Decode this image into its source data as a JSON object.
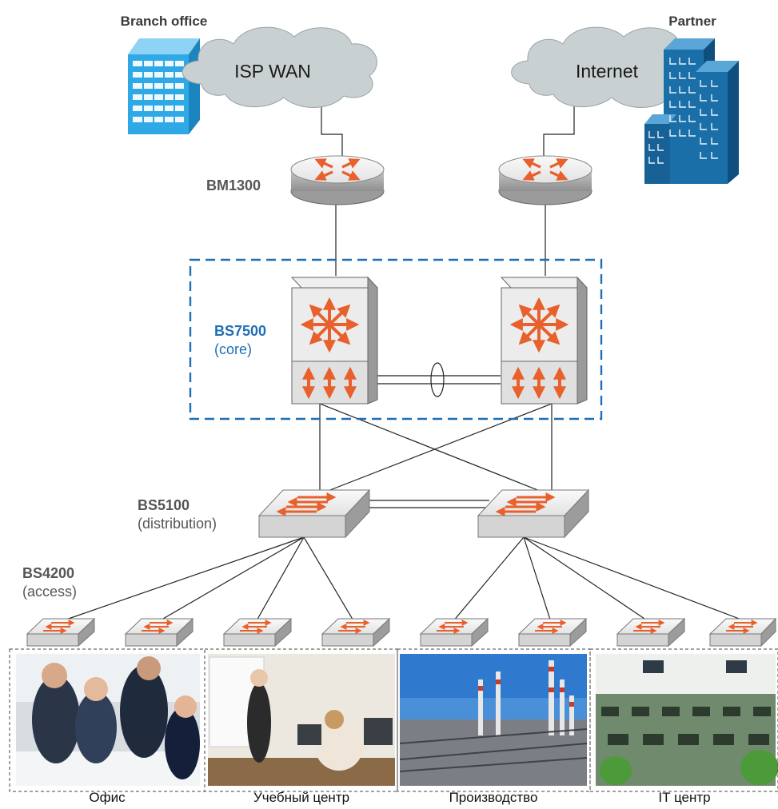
{
  "labels": {
    "branch_office": "Branch office",
    "partner": "Partner",
    "isp_wan": "ISP WAN",
    "internet": "Internet",
    "bm1300": "BM1300",
    "bs7500": "BS7500",
    "core": "(core)",
    "bs5100": "BS5100",
    "distribution": "(distribution)",
    "bs4200": "BS4200",
    "access": "(access)"
  },
  "photos": [
    {
      "caption": "Офис"
    },
    {
      "caption": "Учебный центр"
    },
    {
      "caption": "Производство"
    },
    {
      "caption": "IT центр"
    }
  ],
  "colors": {
    "orange": "#e8602c",
    "cloud": "#c9d0d2",
    "device_gray": "#d9d9d9",
    "core_blue": "#1f6fb5",
    "building_blue": "#2fa9e6",
    "partner_blue": "#1b6fa8"
  }
}
